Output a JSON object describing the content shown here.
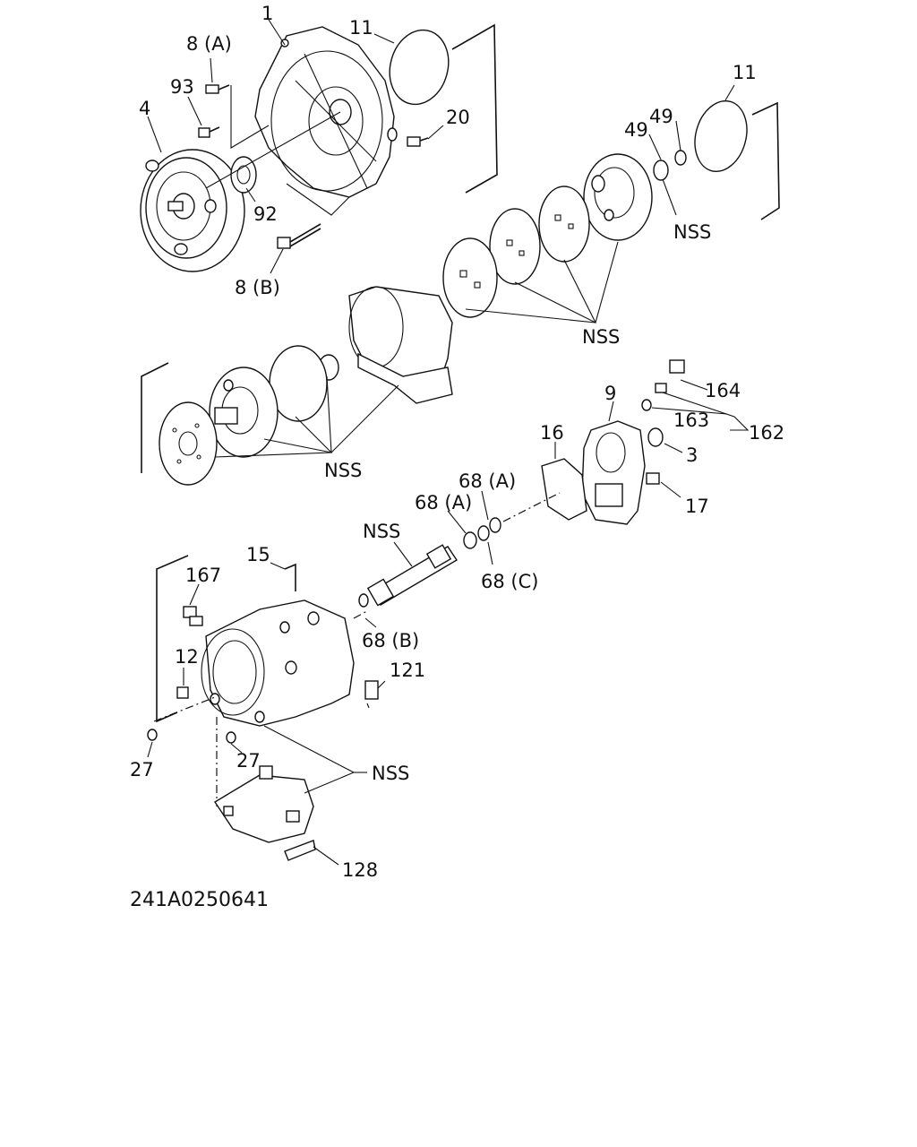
{
  "drawing_code": "241A0250641",
  "callouts": {
    "c_1": "1",
    "c_11a": "11",
    "c_8a": "8 (A)",
    "c_93": "93",
    "c_4": "4",
    "c_20": "20",
    "c_92": "92",
    "c_8b": "8 (B)",
    "c_11b": "11",
    "c_49a": "49",
    "c_49b": "49",
    "c_nss1": "NSS",
    "c_nss2": "NSS",
    "c_nss3": "NSS",
    "c_9": "9",
    "c_164": "164",
    "c_163": "163",
    "c_162": "162",
    "c_3": "3",
    "c_16": "16",
    "c_17": "17",
    "c_68a1": "68 (A)",
    "c_68a2": "68 (A)",
    "c_nss4": "NSS",
    "c_68c": "68 (C)",
    "c_15": "15",
    "c_167": "167",
    "c_68b": "68 (B)",
    "c_12": "12",
    "c_121": "121",
    "c_27a": "27",
    "c_27b": "27",
    "c_nss5": "NSS",
    "c_128": "128"
  }
}
